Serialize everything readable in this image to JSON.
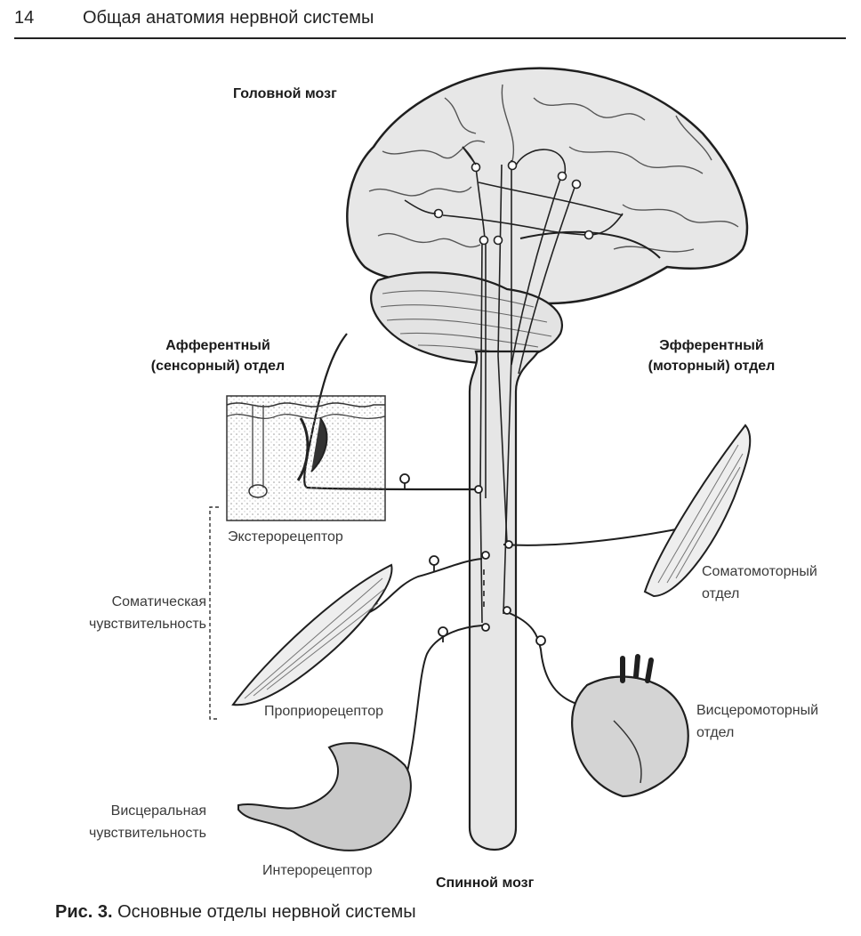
{
  "header": {
    "page_number": "14",
    "title": "Общая анатомия нервной системы"
  },
  "labels": {
    "brain": "Головной мозг",
    "afferent_line1": "Афферентный",
    "afferent_line2": "(сенсорный) отдел",
    "efferent_line1": "Эфферентный",
    "efferent_line2": "(моторный) отдел",
    "exteroceptor": "Экстерорецептор",
    "somatic_sensitivity_line1": "Соматическая",
    "somatic_sensitivity_line2": "чувствительность",
    "proprioceptor": "Проприорецептор",
    "somatomotor_line1": "Соматомоторный",
    "somatomotor_line2": "отдел",
    "visceromotor_line1": "Висцеромоторный",
    "visceromotor_line2": "отдел",
    "visceral_sensitivity_line1": "Висцеральная",
    "visceral_sensitivity_line2": "чувствительность",
    "interoceptor": "Интерорецептор",
    "spinal_cord": "Спинной мозг"
  },
  "caption": {
    "prefix": "Рис. 3.",
    "text": "Основные отделы нервной системы"
  }
}
